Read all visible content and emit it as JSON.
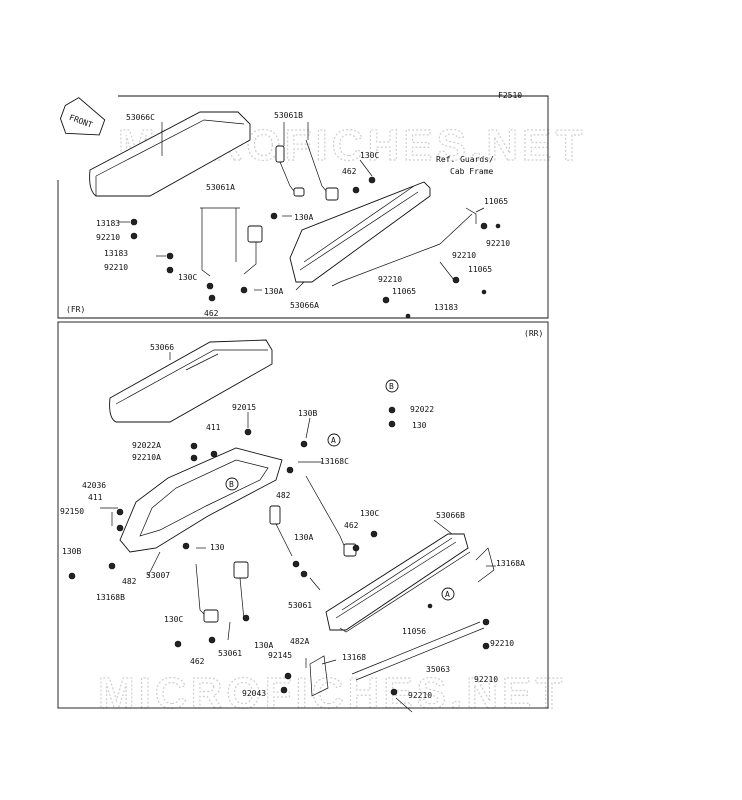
{
  "figure_code": "F2510",
  "watermark": "MICROFICHES.NET",
  "front_tag": "FRONT",
  "sections": {
    "front": "(FR)",
    "rear": "(RR)"
  },
  "reference_note": [
    "Ref. Guards/",
    "Cab Frame"
  ],
  "callouts": {
    "a": "A",
    "b": "B"
  },
  "labels": [
    "53066C",
    "53061B",
    "130C",
    "462",
    "130A",
    "53061A",
    "13183",
    "92210",
    "13183",
    "92210",
    "130C",
    "462",
    "130A",
    "11065",
    "92210",
    "92210",
    "11065",
    "92210",
    "11065",
    "13183",
    "53066A",
    "53066",
    "92015",
    "92022A",
    "411",
    "92210A",
    "130B",
    "13168C",
    "482",
    "42036",
    "411",
    "92150",
    "130",
    "53007",
    "130B",
    "482",
    "13168B",
    "130A",
    "130C",
    "462",
    "53061",
    "130C",
    "462",
    "53061",
    "130A",
    "92145",
    "92043",
    "482A",
    "13168",
    "92210",
    "35063",
    "92210",
    "92210",
    "11056",
    "53066B",
    "13168A",
    "92022",
    "130"
  ]
}
